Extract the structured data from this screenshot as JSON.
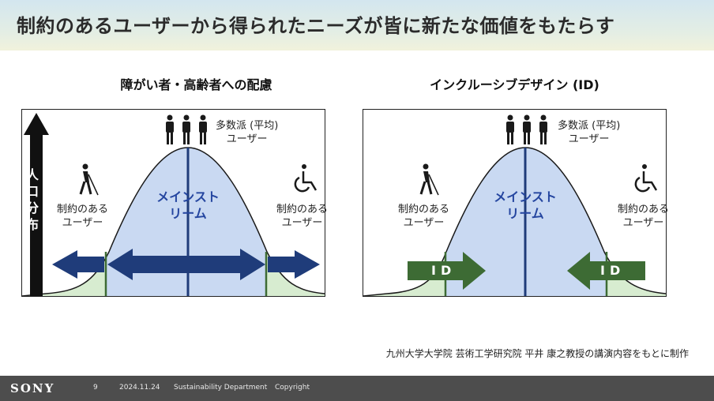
{
  "slide": {
    "title": "制約のあるユーザーから得られたニーズが皆に新たな価値をもたらす",
    "credit": "九州大学大学院 芸術工学研究院 平井 康之教授の講演内容をもとに制作"
  },
  "left_panel": {
    "title": "障がい者・高齢者への配慮",
    "axis_label": "人口分布",
    "majority_line1": "多数派 (平均)",
    "majority_line2": "ユーザー",
    "mainstream_line1": "メインスト",
    "mainstream_line2": "リーム",
    "constrained_left_line1": "制約のある",
    "constrained_left_line2": "ユーザー",
    "constrained_right_line1": "制約のある",
    "constrained_right_line2": "ユーザー"
  },
  "right_panel": {
    "title": "インクルーシブデザイン (ID)",
    "majority_line1": "多数派 (平均)",
    "majority_line2": "ユーザー",
    "mainstream_line1": "メインスト",
    "mainstream_line2": "リーム",
    "constrained_left_line1": "制約のある",
    "constrained_left_line2": "ユーザー",
    "constrained_right_line1": "制約のある",
    "constrained_right_line2": "ユーザー",
    "arrow_left_label": "ID",
    "arrow_right_label": "ID"
  },
  "footer": {
    "brand": "SONY",
    "page_number": "9",
    "date": "2024.11.24",
    "department": "Sustainability Department",
    "copyright": "Copyright"
  },
  "colors": {
    "mainstream_fill": "#c9d9f2",
    "edge_fill": "#d7ecd0",
    "navy": "#1f3c7a",
    "green": "#3d6b34",
    "footer_bg": "#4d4d4d"
  },
  "icons": {
    "group": "three-people-icon",
    "cane": "person-with-cane-icon",
    "wheelchair": "wheelchair-icon"
  }
}
